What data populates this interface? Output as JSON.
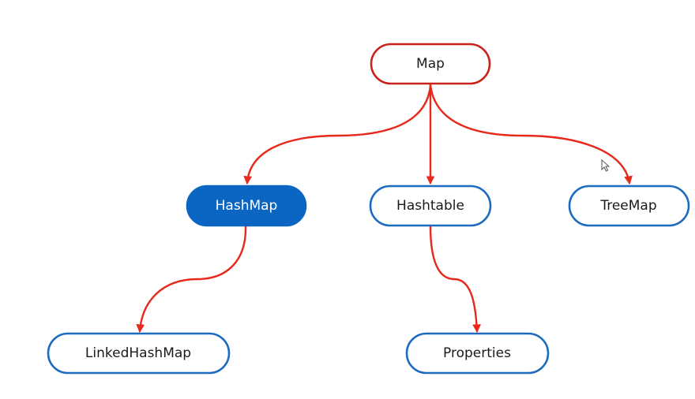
{
  "diagram": {
    "edge_color": "#e8281a",
    "nodes": {
      "map": {
        "label": "Map",
        "border_color": "#c8221a"
      },
      "hashmap": {
        "label": "HashMap",
        "fill_color": "#0a66c2",
        "selected": true
      },
      "hashtable": {
        "label": "Hashtable",
        "border_color": "#1d6bbf"
      },
      "treemap": {
        "label": "TreeMap",
        "border_color": "#1d6bbf"
      },
      "linkedhashmap": {
        "label": "LinkedHashMap",
        "border_color": "#1d6bbf"
      },
      "properties": {
        "label": "Properties",
        "border_color": "#1d6bbf"
      }
    },
    "edges": [
      {
        "from": "Map",
        "to": "HashMap"
      },
      {
        "from": "Map",
        "to": "Hashtable"
      },
      {
        "from": "Map",
        "to": "TreeMap"
      },
      {
        "from": "HashMap",
        "to": "LinkedHashMap"
      },
      {
        "from": "Hashtable",
        "to": "Properties"
      }
    ]
  }
}
